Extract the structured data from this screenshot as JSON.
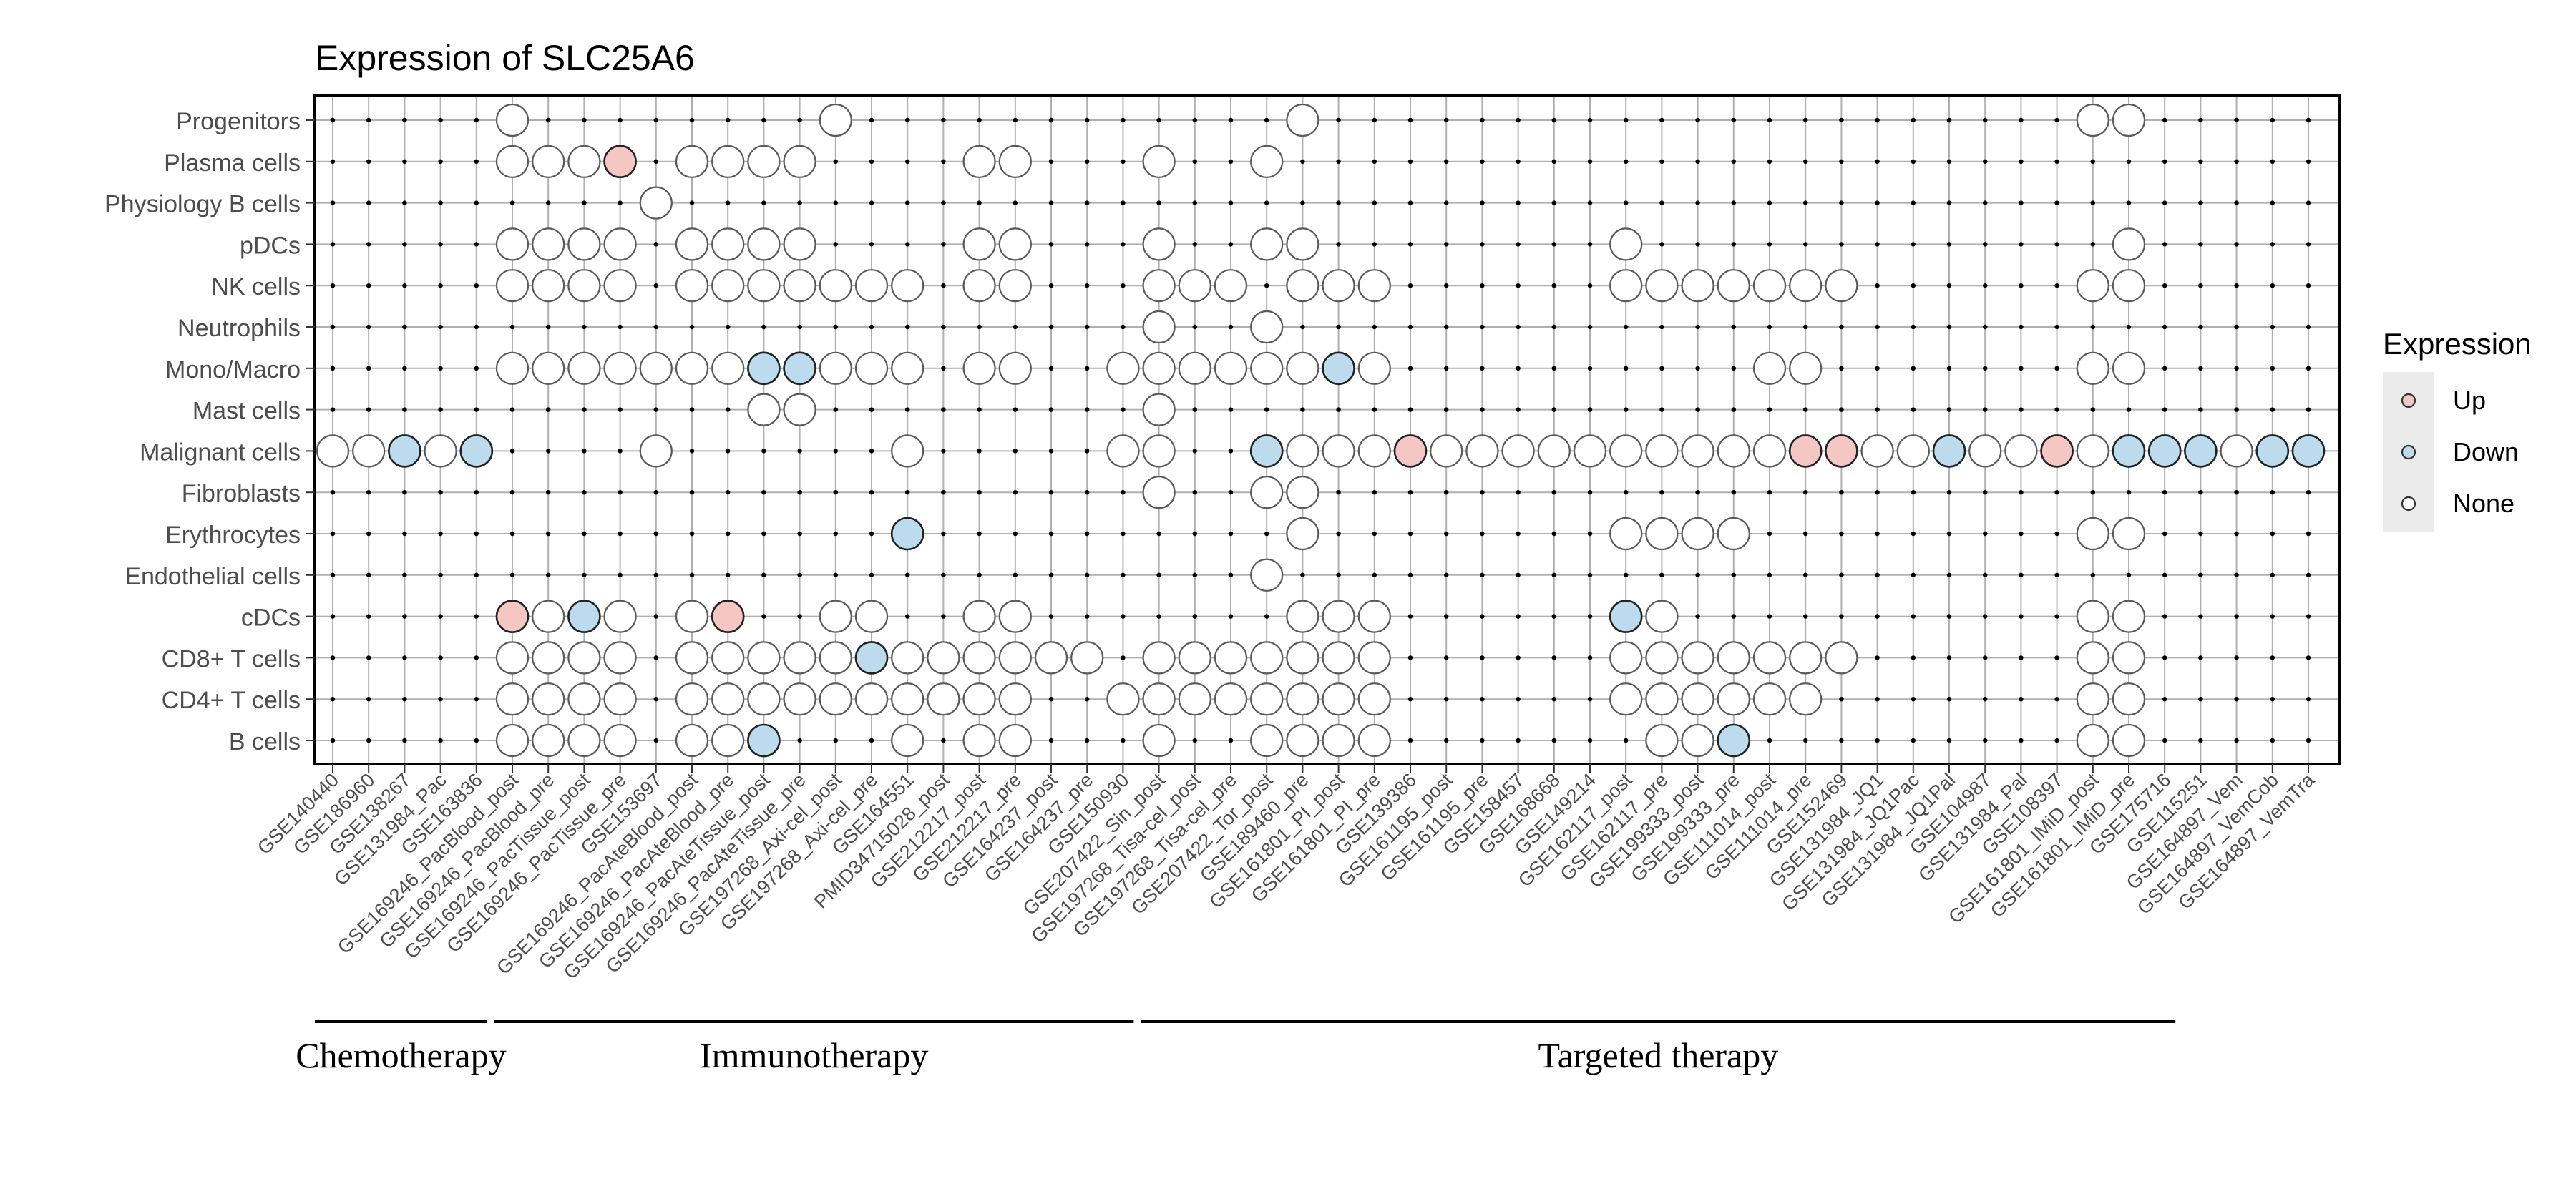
{
  "chart_data": {
    "type": "dot-matrix",
    "title": "Expression of SLC25A6",
    "legend": {
      "title": "Expression",
      "placement": "right",
      "entries": [
        {
          "key": "Up",
          "label": "Up",
          "color": "#f4c7c3"
        },
        {
          "key": "Down",
          "label": "Down",
          "color": "#bcdcee"
        },
        {
          "key": "None",
          "label": "None",
          "color": "#ffffff"
        }
      ]
    },
    "colors": {
      "Up": "#f4c7c3",
      "Down": "#bcdcee",
      "None": "#ffffff",
      "legend_bg": "#ebebeb"
    },
    "cell_types": [
      "Progenitors",
      "Plasma cells",
      "Physiology B cells",
      "pDCs",
      "NK cells",
      "Neutrophils",
      "Mono/Macro",
      "Mast cells",
      "Malignant cells",
      "Fibroblasts",
      "Erythrocytes",
      "Endothelial cells",
      "cDCs",
      "CD8+ T cells",
      "CD4+ T cells",
      "B cells"
    ],
    "datasets": [
      "GSE140440",
      "GSE186960",
      "GSE138267",
      "GSE131984_Pac",
      "GSE163836",
      "GSE169246_PacBlood_post",
      "GSE169246_PacBlood_pre",
      "GSE169246_PacTissue_post",
      "GSE169246_PacTissue_pre",
      "GSE153697",
      "GSE169246_PacAteBlood_post",
      "GSE169246_PacAteBlood_pre",
      "GSE169246_PacAteTissue_post",
      "GSE169246_PacAteTissue_pre",
      "GSE197268_Axi-cel_post",
      "GSE197268_Axi-cel_pre",
      "GSE164551",
      "PMID34715028_post",
      "GSE212217_post",
      "GSE212217_pre",
      "GSE164237_post",
      "GSE164237_pre",
      "GSE150930",
      "GSE207422_Sin_post",
      "GSE197268_Tisa-cel_post",
      "GSE197268_Tisa-cel_pre",
      "GSE207422_Tor_post",
      "GSE189460_pre",
      "GSE161801_PI_post",
      "GSE161801_PI_pre",
      "GSE139386",
      "GSE161195_post",
      "GSE161195_pre",
      "GSE158457",
      "GSE168668",
      "GSE149214",
      "GSE162117_post",
      "GSE162117_pre",
      "GSE199333_post",
      "GSE199333_pre",
      "GSE111014_post",
      "GSE111014_pre",
      "GSE152469",
      "GSE131984_JQ1",
      "GSE131984_JQ1Pac",
      "GSE131984_JQ1Pal",
      "GSE104987",
      "GSE131984_Pal",
      "GSE108397",
      "GSE161801_IMiD_post",
      "GSE161801_IMiD_pre",
      "GSE175716",
      "GSE115251",
      "GSE164897_Vem",
      "GSE164897_VemCob",
      "GSE164897_VemTra"
    ],
    "groups": [
      {
        "label": "Chemotherapy",
        "first": 0,
        "last": 4
      },
      {
        "label": "Immunotherapy",
        "first": 5,
        "last": 22
      },
      {
        "label": "Targeted therapy",
        "first": 23,
        "last": 51
      }
    ],
    "points": {
      "Progenitors": {
        "None": [
          5,
          14,
          27,
          49,
          50
        ]
      },
      "Plasma cells": {
        "None": [
          5,
          6,
          7,
          10,
          11,
          12,
          13,
          18,
          19,
          23,
          26
        ],
        "Up": [
          8
        ]
      },
      "Physiology B cells": {
        "None": [
          9
        ]
      },
      "pDCs": {
        "None": [
          5,
          6,
          7,
          8,
          10,
          11,
          12,
          13,
          18,
          19,
          23,
          26,
          27,
          36,
          50
        ]
      },
      "NK cells": {
        "None": [
          5,
          6,
          7,
          8,
          10,
          11,
          12,
          13,
          14,
          15,
          16,
          18,
          19,
          23,
          24,
          25,
          27,
          28,
          29,
          36,
          37,
          38,
          39,
          40,
          41,
          42,
          49,
          50
        ]
      },
      "Neutrophils": {
        "None": [
          23,
          26
        ]
      },
      "Mono/Macro": {
        "None": [
          5,
          6,
          7,
          8,
          9,
          10,
          11,
          14,
          15,
          16,
          18,
          19,
          22,
          23,
          24,
          25,
          26,
          27,
          29,
          40,
          41,
          49,
          50
        ],
        "Down": [
          12,
          13,
          28
        ]
      },
      "Mast cells": {
        "None": [
          12,
          13,
          23
        ]
      },
      "Malignant cells": {
        "None": [
          0,
          1,
          3,
          9,
          16,
          22,
          23,
          27,
          28,
          29,
          31,
          32,
          33,
          34,
          35,
          36,
          37,
          38,
          39,
          40,
          43,
          44,
          46,
          47,
          49,
          53
        ],
        "Down": [
          2,
          4,
          26,
          45,
          50,
          51,
          52,
          54,
          55
        ],
        "Up": [
          30,
          41,
          42,
          48
        ]
      },
      "Fibroblasts": {
        "None": [
          23,
          26,
          27
        ]
      },
      "Erythrocytes": {
        "None": [
          27,
          36,
          37,
          38,
          39,
          49,
          50
        ],
        "Down": [
          16
        ]
      },
      "Endothelial cells": {
        "None": [
          26
        ]
      },
      "cDCs": {
        "None": [
          6,
          8,
          10,
          14,
          15,
          18,
          19,
          27,
          28,
          29,
          37,
          49,
          50
        ],
        "Up": [
          5,
          11
        ],
        "Down": [
          7,
          36
        ]
      },
      "CD8+ T cells": {
        "None": [
          5,
          6,
          7,
          8,
          10,
          11,
          12,
          13,
          14,
          16,
          17,
          18,
          19,
          20,
          21,
          23,
          24,
          25,
          26,
          27,
          28,
          29,
          36,
          37,
          38,
          39,
          40,
          41,
          42,
          49,
          50
        ],
        "Down": [
          15
        ]
      },
      "CD4+ T cells": {
        "None": [
          5,
          6,
          7,
          8,
          10,
          11,
          12,
          13,
          14,
          15,
          16,
          17,
          18,
          19,
          22,
          23,
          24,
          25,
          26,
          27,
          28,
          29,
          36,
          37,
          38,
          39,
          40,
          41,
          49,
          50
        ]
      },
      "B cells": {
        "None": [
          5,
          6,
          7,
          8,
          10,
          11,
          16,
          18,
          19,
          23,
          26,
          27,
          28,
          29,
          37,
          38,
          49,
          50
        ],
        "Down": [
          12,
          39
        ]
      }
    }
  }
}
